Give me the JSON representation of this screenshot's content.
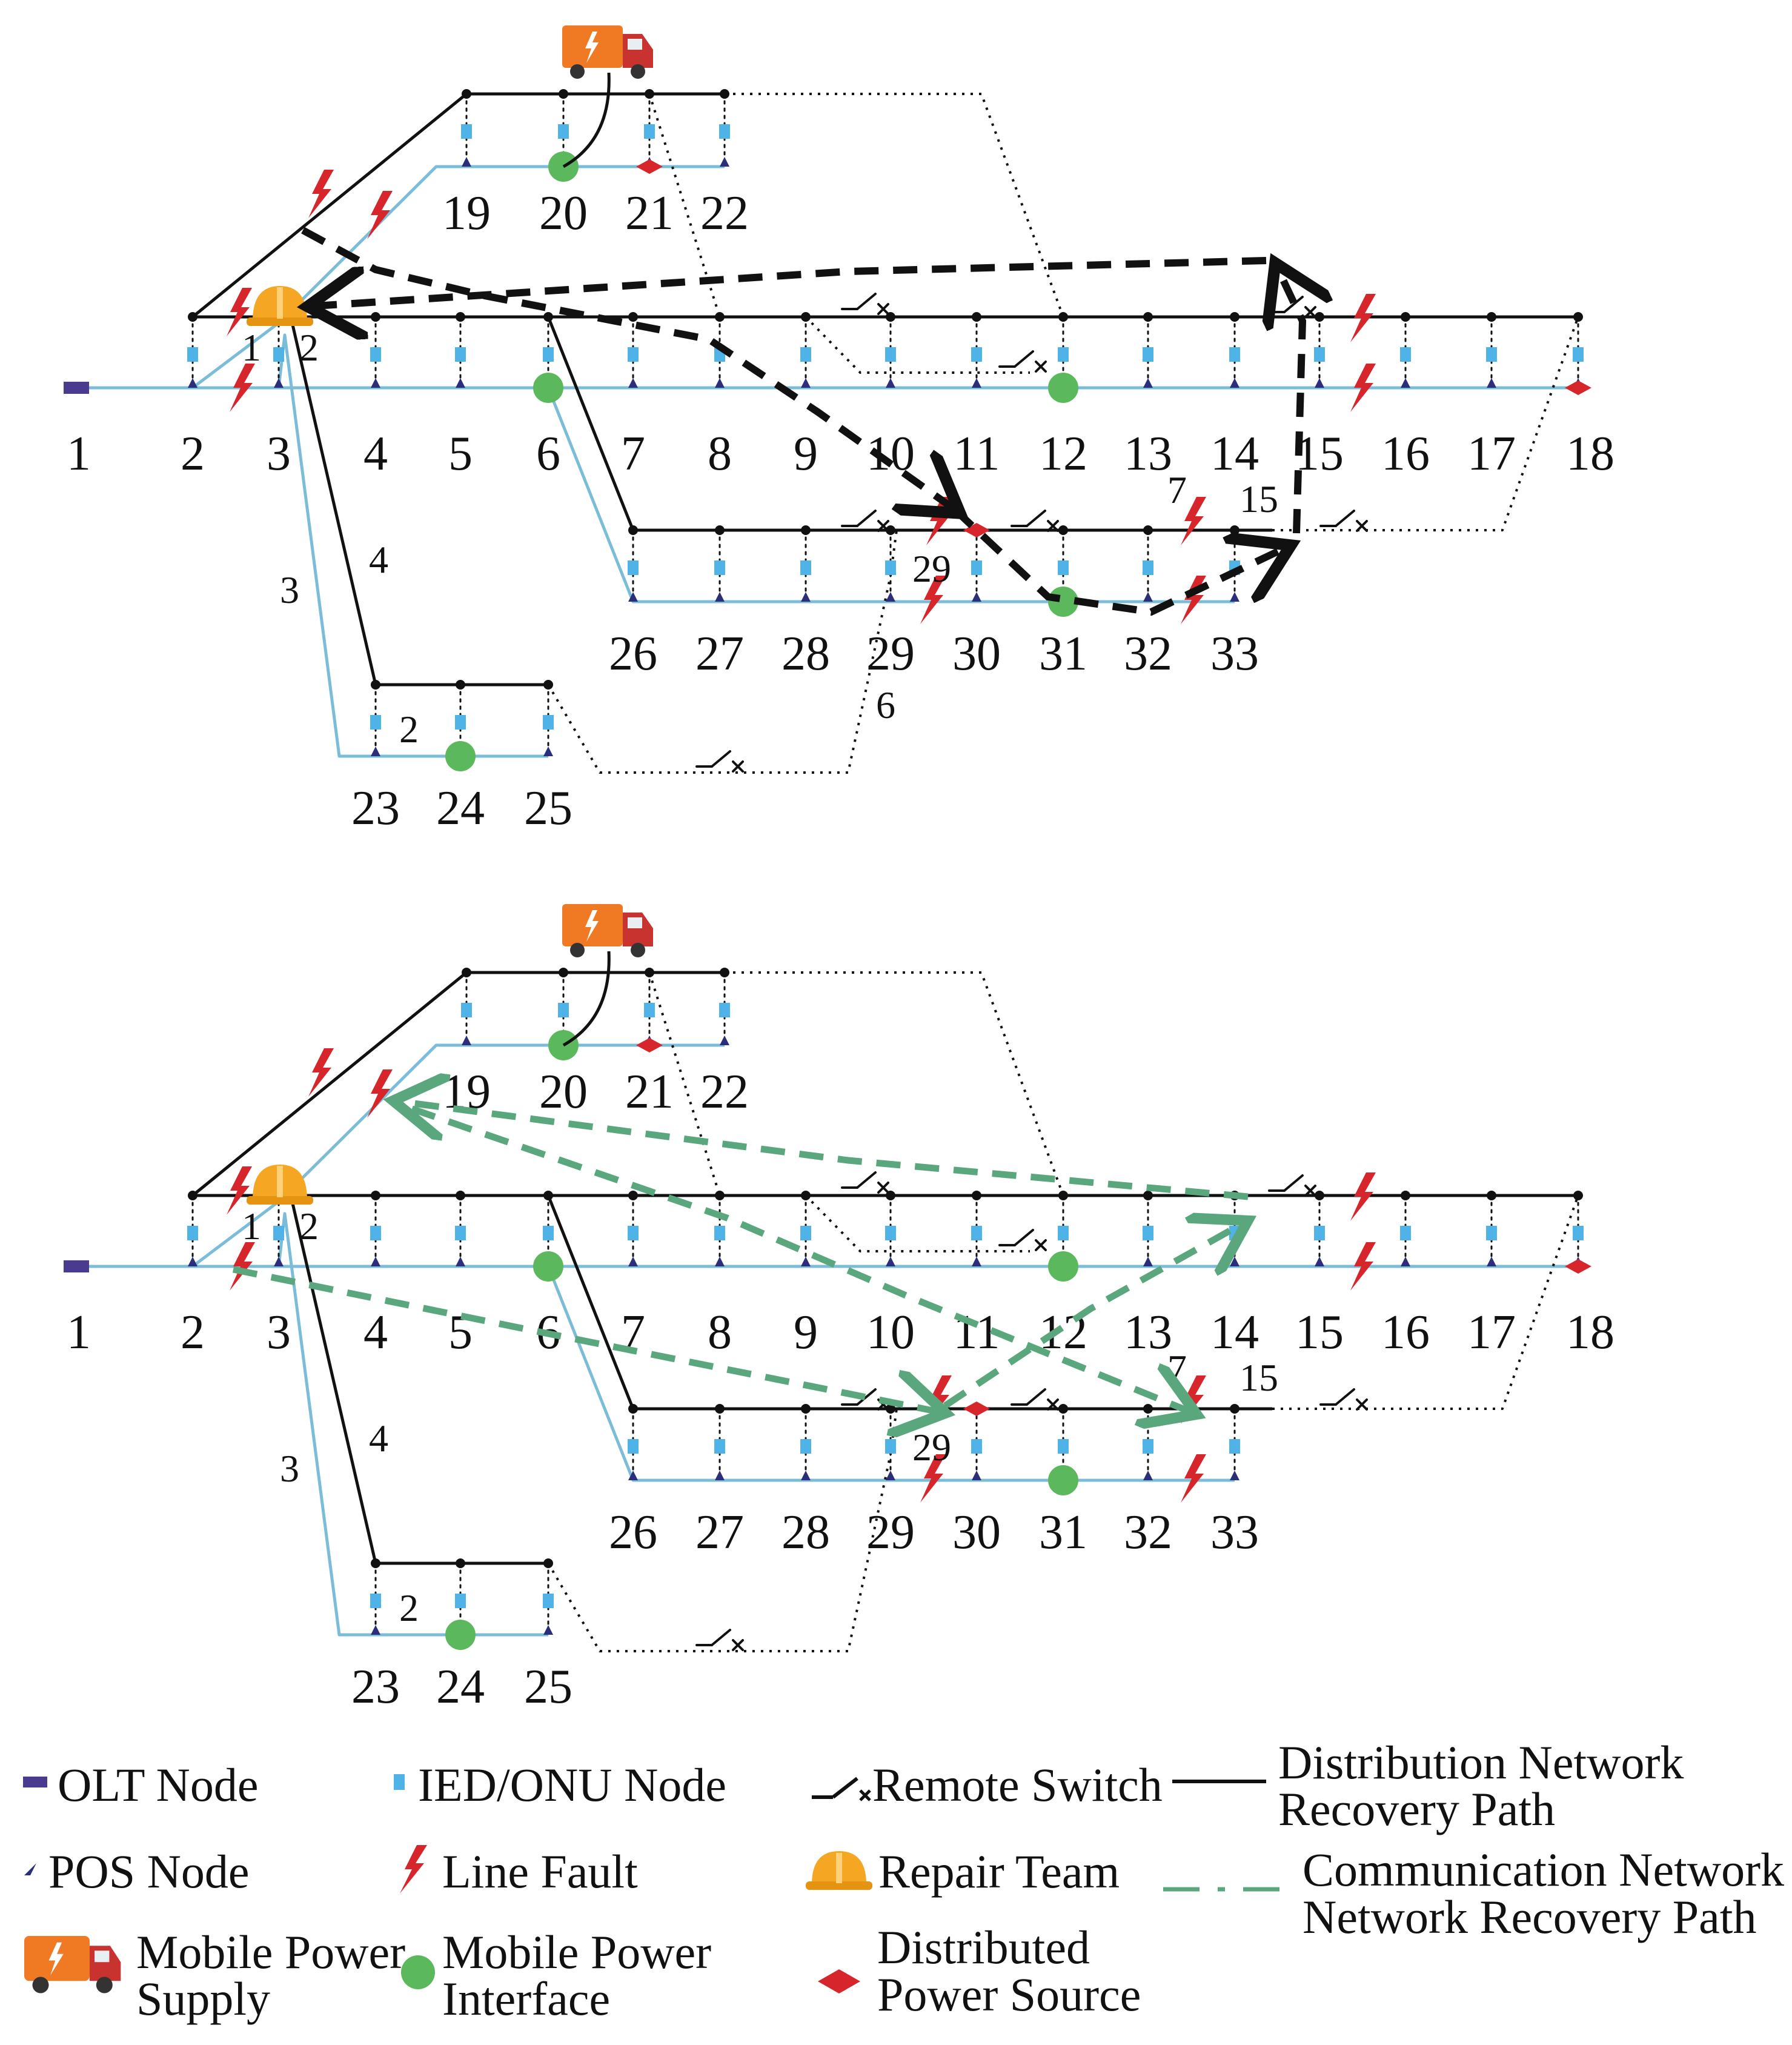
{
  "panels": [
    {
      "bus_numbers": [
        "1",
        "2",
        "3",
        "4",
        "5",
        "6",
        "7",
        "8",
        "9",
        "10",
        "11",
        "12",
        "13",
        "14",
        "15",
        "16",
        "17",
        "18",
        "19",
        "20",
        "21",
        "22",
        "23",
        "24",
        "25",
        "26",
        "27",
        "28",
        "29",
        "30",
        "31",
        "32",
        "33"
      ],
      "line_numbers": [
        "1",
        "2",
        "3",
        "4",
        "2",
        "29",
        "6",
        "7",
        "15"
      ]
    },
    {
      "bus_numbers": [
        "1",
        "2",
        "3",
        "4",
        "5",
        "6",
        "7",
        "8",
        "9",
        "10",
        "11",
        "12",
        "13",
        "14",
        "15",
        "16",
        "17",
        "18",
        "19",
        "20",
        "21",
        "22",
        "23",
        "24",
        "25",
        "26",
        "27",
        "28",
        "29",
        "30",
        "31",
        "32",
        "33"
      ],
      "line_numbers": [
        "1",
        "2",
        "3",
        "4",
        "2",
        "29",
        "7",
        "15"
      ]
    }
  ],
  "legend": {
    "olt_node": "OLT Node",
    "ied_onu_node": "IED/ONU Node",
    "remote_switch": "Remote Switch",
    "distribution_path_line1": "Distribution Network",
    "distribution_path_line2": "Recovery Path",
    "pos_node": "POS Node",
    "line_fault": "Line Fault",
    "repair_team": "Repair Team",
    "communication_path_line1": "Communication Network",
    "communication_path_line2": "Network Recovery Path",
    "mobile_power_supply_line1": "Mobile Power",
    "mobile_power_supply_line2": "Supply",
    "mobile_power_interface_line1": "Mobile Power",
    "mobile_power_interface_line2": "Interface",
    "distributed_power_line1": "Distributed",
    "distributed_power_line2": "Power Source"
  },
  "colors": {
    "distribution_line": "#111111",
    "communication_line": "#7bbcd8",
    "ied_onu": "#4fb3e8",
    "pos": "#2b2e7a",
    "olt": "#4a3b8f",
    "fault": "#d7262b",
    "mobile_interface": "#5cb85c",
    "distributed_power": "#d7262b",
    "repair_team": "#f5a623",
    "truck": "#f07a24",
    "distribution_recovery_path": "#111111",
    "communication_recovery_path": "#5aa77e"
  },
  "icons": [
    "olt-node-icon",
    "ied-onu-icon",
    "pos-node-icon",
    "line-fault-icon",
    "remote-switch-icon",
    "repair-team-icon",
    "mobile-power-supply-icon",
    "mobile-power-interface-icon",
    "distributed-power-icon"
  ]
}
